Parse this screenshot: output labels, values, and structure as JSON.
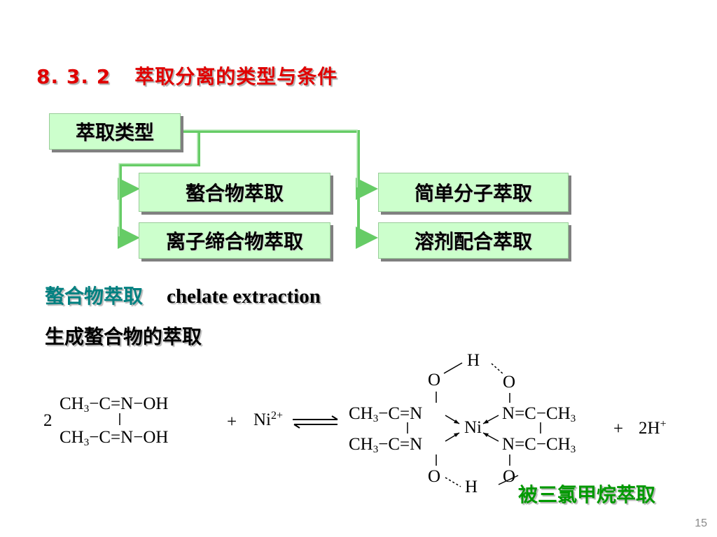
{
  "title": {
    "number": "8. 3. 2",
    "text": "萃取分离的类型与条件"
  },
  "diagram": {
    "root": "萃取类型",
    "items": [
      "螯合物萃取",
      "离子缔合物萃取",
      "简单分子萃取",
      "溶剂配合萃取"
    ]
  },
  "section": {
    "label": "螯合物萃取",
    "english": "chelate extraction"
  },
  "subheading": "生成螯合物的萃取",
  "equation": {
    "coefficient": "2",
    "ch3": "CH",
    "three": "3",
    "c": "C",
    "n": "N",
    "oh": "OH",
    "o": "O",
    "h": "H",
    "ni": "Ni",
    "ni_charge": "2+",
    "plus": "+",
    "eq_equals": "=",
    "eq_dash": "−",
    "h_coefficient": "2",
    "h_charge": "+"
  },
  "note": "被三氯甲烷萃取",
  "page_number": "15"
}
